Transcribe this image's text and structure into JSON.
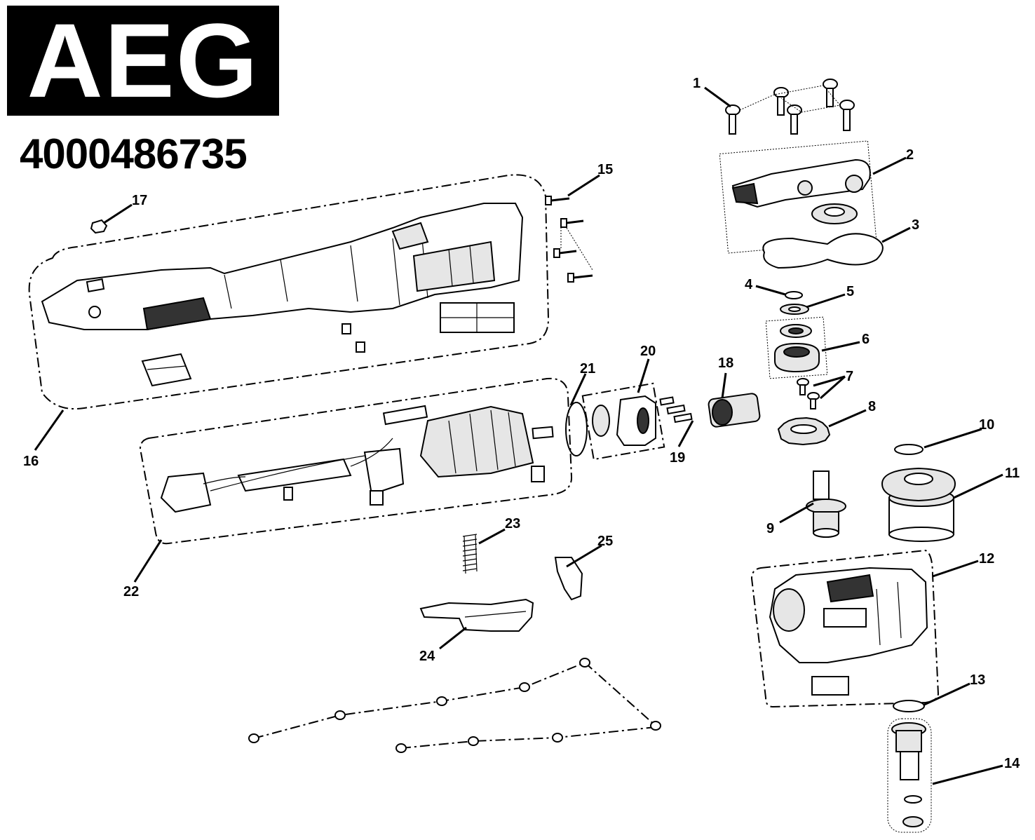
{
  "brand": "AEG",
  "part_number": "4000486735",
  "callouts": [
    "1",
    "2",
    "3",
    "4",
    "5",
    "6",
    "7",
    "8",
    "9",
    "10",
    "11",
    "12",
    "13",
    "14",
    "15",
    "16",
    "17",
    "18",
    "19",
    "20",
    "21",
    "22",
    "23",
    "24",
    "25"
  ]
}
